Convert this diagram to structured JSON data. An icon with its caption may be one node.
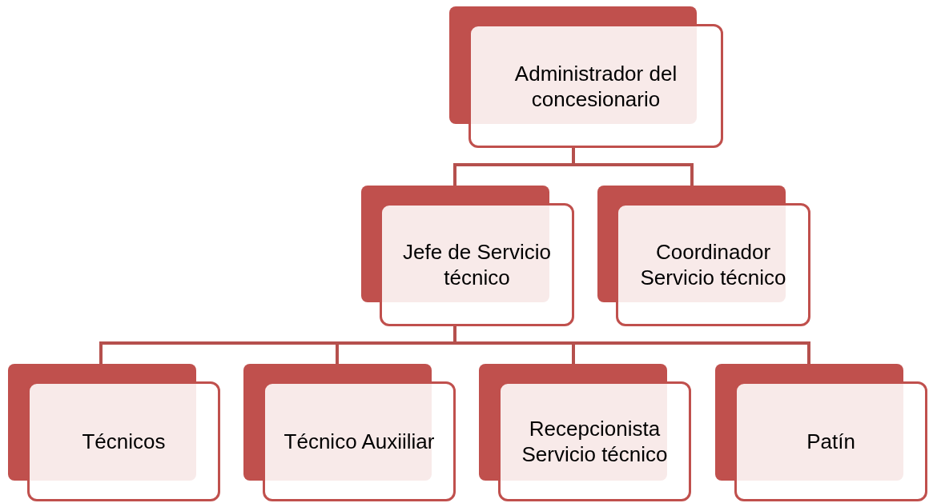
{
  "diagram": {
    "nodes": [
      {
        "text": [
          "Administrador del concesionario"
        ]
      },
      {
        "text": [
          "Jefe de Servicio técnico"
        ]
      },
      {
        "text": [
          "Coordinador Servicio técnico"
        ]
      },
      {
        "text": [
          "Técnicos"
        ]
      },
      {
        "text": [
          "Técnico Auxiiliar"
        ]
      },
      {
        "text": [
          "Recepcionista Servicio técnico"
        ]
      },
      {
        "text": [
          "Patín"
        ]
      }
    ],
    "edges": [
      {
        "from": 0,
        "to": 1,
        "arrow": "none"
      },
      {
        "from": 0,
        "to": 2,
        "arrow": "none"
      },
      {
        "from": 1,
        "to": 3,
        "arrow": "none"
      },
      {
        "from": 1,
        "to": 4,
        "arrow": "none"
      },
      {
        "from": 1,
        "to": 5,
        "arrow": "none"
      },
      {
        "from": 1,
        "to": 6,
        "arrow": "none"
      }
    ]
  }
}
